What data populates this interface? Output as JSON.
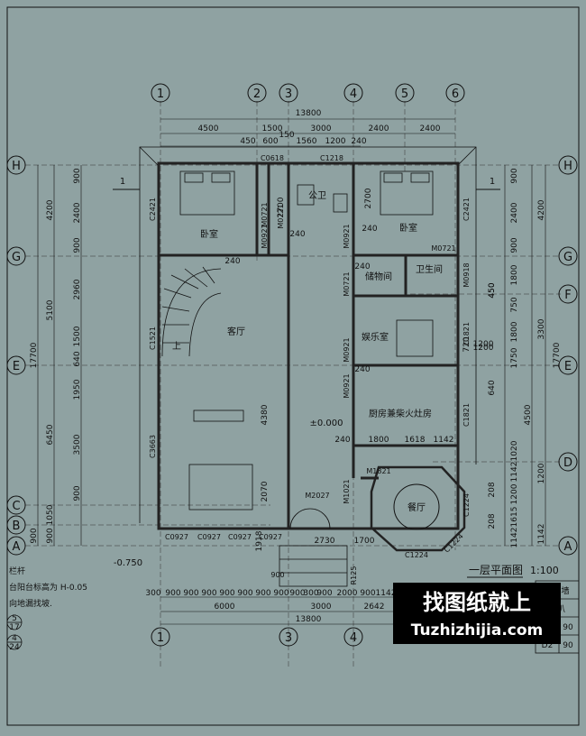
{
  "axes": {
    "top": [
      "1",
      "2",
      "3",
      "4",
      "5",
      "6"
    ],
    "bottom": [
      "1",
      "3",
      "4"
    ],
    "side": [
      "H",
      "G",
      "F",
      "E",
      "D",
      "C",
      "B",
      "A"
    ]
  },
  "dims": {
    "top_total": "13800",
    "top_segments": [
      "4500",
      "1500",
      "3000",
      "2400",
      "2400"
    ],
    "top_sub": [
      "450",
      "600",
      "150",
      "1560",
      "1200",
      "240"
    ],
    "left_outer": [
      "4200",
      "5100",
      "6450",
      "1050",
      "900"
    ],
    "left_total": "17700",
    "left_inner": [
      "900",
      "2400",
      "900",
      "2960",
      "1500",
      "640",
      "1950",
      "3500",
      "900",
      "900"
    ],
    "right_outer": [
      "4200",
      "3300",
      "4500",
      "1200",
      "1142"
    ],
    "right_total": "17700",
    "right_inner": [
      "900",
      "2400",
      "900",
      "1800",
      "450",
      "750",
      "1800",
      "720",
      "1750",
      "640",
      "1020",
      "1142",
      "1200",
      "1615",
      "1142"
    ],
    "bottom_row": [
      "300",
      "900",
      "900",
      "900",
      "900",
      "900",
      "900",
      "900",
      "900",
      "300",
      "900",
      "2000",
      "900",
      "1142"
    ],
    "bottom_mid": [
      "6000",
      "3000",
      "2642"
    ],
    "bottom_total": "13800",
    "misc": [
      "2700",
      "2700",
      "4380",
      "2070",
      "2730",
      "1800",
      "1618",
      "1142",
      "1200",
      "208",
      "208",
      "1918",
      "1700",
      "240",
      "240",
      "240",
      "240",
      "240",
      "240",
      "450",
      "1200"
    ]
  },
  "rooms": {
    "bedroom_left": "卧室",
    "bedroom_right": "卧室",
    "wc": "公卫",
    "storage": "储物间",
    "bathroom": "卫生间",
    "living": "客厅",
    "entertainment": "娱乐室",
    "kitchen": "厨房兼柴火灶房",
    "dining": "餐厅",
    "stairs_up": "上",
    "elevation": "±0.000",
    "elevation_out": "-0.750"
  },
  "codes": [
    "C0618",
    "C1218",
    "C2421",
    "C2421",
    "M0721",
    "M0921",
    "M0921",
    "M0721",
    "M0721",
    "M0918",
    "C1521",
    "C3663",
    "C1821",
    "C1821",
    "M0921",
    "M2027",
    "M1021",
    "M1821",
    "C1224",
    "C1224",
    "C1224",
    "C0927",
    "C0927",
    "C0927",
    "C0927",
    "M0921",
    "M0721",
    "R125",
    "900"
  ],
  "drawing_title": "一层平面图",
  "scale": "1:100",
  "section_marks": [
    "1",
    "1"
  ],
  "notes": {
    "note1": "栏杆",
    "note2": "台阳台标高为 H-0.05",
    "note3": "向地漏找坡.",
    "sheet1": "5",
    "sheet2": "17",
    "sheet3": "4",
    "sheet4": "24"
  },
  "table": {
    "r1": "洞穿墙",
    "r2": "门扒",
    "r3a": "90",
    "r4a": "D2",
    "r4b": "90"
  },
  "watermark": {
    "cn": "找图纸就上",
    "en": "Tuzhizhijia.com"
  },
  "colors": {
    "background": "#8fa2a2",
    "line": "#111111",
    "wall": "#222222"
  }
}
